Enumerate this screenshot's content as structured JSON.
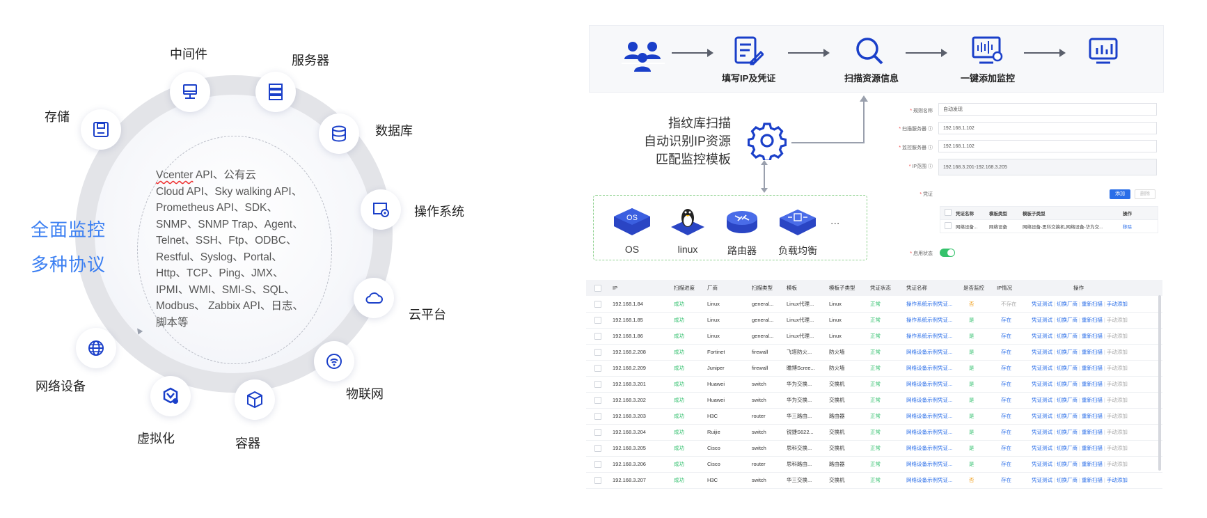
{
  "left": {
    "title_line1": "全面监控",
    "title_line2": "多种协议",
    "nodes": {
      "middleware": "中间件",
      "server": "服务器",
      "storage": "存储",
      "database": "数据库",
      "os": "操作系统",
      "cloud": "云平台",
      "iot": "物联网",
      "container": "容器",
      "virtualization": "虚拟化",
      "network": "网络设备"
    },
    "protocols_line0_a": "Vcenter",
    "protocols_line0_b": " API、公有云",
    "protocols": [
      "Cloud API、Sky walking API、",
      "Prometheus API、SDK、",
      "SNMP、SNMP Trap、Agent、",
      "Telnet、SSH、Ftp、ODBC、",
      "Restful、Syslog、Portal、",
      "Http、TCP、Ping、JMX、",
      "IPMI、WMI、SMI-S、SQL、",
      "Modbus、 Zabbix API、日志、",
      "脚本等"
    ]
  },
  "flow": {
    "step1": "填写IP及凭证",
    "step2": "扫描资源信息",
    "step3": "一键添加监控"
  },
  "scan": {
    "line1": "指纹库扫描",
    "line2": "自动识别IP资源",
    "line3": "匹配监控模板"
  },
  "devices": {
    "os": "OS",
    "linux": "linux",
    "router": "路由器",
    "lb": "负载均衡",
    "more": "...",
    "os_badge": "OS"
  },
  "form": {
    "rule_name_label": "规则名称",
    "rule_name_value": "自动发现",
    "scan_server_label": "扫描服务器",
    "scan_server_value": "192.168.1.102",
    "monitor_server_label": "监控服务器",
    "monitor_server_value": "192.168.1.102",
    "ip_range_label": "IP范围",
    "ip_range_value": "192.168.3.201-192.168.3.205",
    "credential_label": "凭证",
    "add_btn": "添加",
    "delete_btn": "删除",
    "cred_headers": [
      "凭证名称",
      "模板类型",
      "模板子类型",
      "操作"
    ],
    "cred_row": [
      "网络设备...",
      "网络设备",
      "网络设备-思科交换机,网络设备-华为交...",
      "移除"
    ],
    "enable_label": "启用状态"
  },
  "table": {
    "headers": [
      "IP",
      "扫描进度",
      "厂商",
      "扫描类型",
      "模板",
      "模板子类型",
      "凭证状态",
      "凭证名称",
      "是否监控",
      "IP情况",
      "操作"
    ],
    "rows": [
      {
        "ip": "192.168.1.84",
        "prog": "成功",
        "vendor": "Linux",
        "type": "general...",
        "tpl": "Linux代理...",
        "sub": "Linux",
        "cstat": "正常",
        "cname": "操作系统示例凭证...",
        "mon": "否",
        "ipst": "不存在"
      },
      {
        "ip": "192.168.1.85",
        "prog": "成功",
        "vendor": "Linux",
        "type": "general...",
        "tpl": "Linux代理...",
        "sub": "Linux",
        "cstat": "正常",
        "cname": "操作系统示例凭证...",
        "mon": "是",
        "ipst": "存在"
      },
      {
        "ip": "192.168.1.86",
        "prog": "成功",
        "vendor": "Linux",
        "type": "general...",
        "tpl": "Linux代理...",
        "sub": "Linux",
        "cstat": "正常",
        "cname": "操作系统示例凭证...",
        "mon": "是",
        "ipst": "存在"
      },
      {
        "ip": "192.168.2.208",
        "prog": "成功",
        "vendor": "Fortinet",
        "type": "firewall",
        "tpl": "飞塔防火...",
        "sub": "防火墙",
        "cstat": "正常",
        "cname": "网络设备示例凭证...",
        "mon": "是",
        "ipst": "存在"
      },
      {
        "ip": "192.168.2.209",
        "prog": "成功",
        "vendor": "Juniper",
        "type": "firewall",
        "tpl": "瞻博Scree...",
        "sub": "防火墙",
        "cstat": "正常",
        "cname": "网络设备示例凭证...",
        "mon": "是",
        "ipst": "存在"
      },
      {
        "ip": "192.168.3.201",
        "prog": "成功",
        "vendor": "Huawei",
        "type": "switch",
        "tpl": "华为交换...",
        "sub": "交换机",
        "cstat": "正常",
        "cname": "网络设备示例凭证...",
        "mon": "是",
        "ipst": "存在"
      },
      {
        "ip": "192.168.3.202",
        "prog": "成功",
        "vendor": "Huawei",
        "type": "switch",
        "tpl": "华为交换...",
        "sub": "交换机",
        "cstat": "正常",
        "cname": "网络设备示例凭证...",
        "mon": "是",
        "ipst": "存在"
      },
      {
        "ip": "192.168.3.203",
        "prog": "成功",
        "vendor": "H3C",
        "type": "router",
        "tpl": "华三路由...",
        "sub": "路由器",
        "cstat": "正常",
        "cname": "网络设备示例凭证...",
        "mon": "是",
        "ipst": "存在"
      },
      {
        "ip": "192.168.3.204",
        "prog": "成功",
        "vendor": "Ruijie",
        "type": "switch",
        "tpl": "锐捷S622...",
        "sub": "交换机",
        "cstat": "正常",
        "cname": "网络设备示例凭证...",
        "mon": "是",
        "ipst": "存在"
      },
      {
        "ip": "192.168.3.205",
        "prog": "成功",
        "vendor": "Cisco",
        "type": "switch",
        "tpl": "思科交换...",
        "sub": "交换机",
        "cstat": "正常",
        "cname": "网络设备示例凭证...",
        "mon": "是",
        "ipst": "存在"
      },
      {
        "ip": "192.168.3.206",
        "prog": "成功",
        "vendor": "Cisco",
        "type": "router",
        "tpl": "思科路由...",
        "sub": "路由器",
        "cstat": "正常",
        "cname": "网络设备示例凭证...",
        "mon": "是",
        "ipst": "存在"
      },
      {
        "ip": "192.168.3.207",
        "prog": "成功",
        "vendor": "H3C",
        "type": "switch",
        "tpl": "华三交换...",
        "sub": "交换机",
        "cstat": "正常",
        "cname": "网络设备示例凭证...",
        "mon": "否",
        "ipst": "存在"
      }
    ],
    "actions": [
      "凭证测试",
      "切换厂商",
      "重新扫描",
      "手动添加"
    ]
  },
  "colors": {
    "accent": "#2a6ee8",
    "success": "#2fbf6b",
    "warn": "#f0a020",
    "title": "#3b7ff2"
  }
}
